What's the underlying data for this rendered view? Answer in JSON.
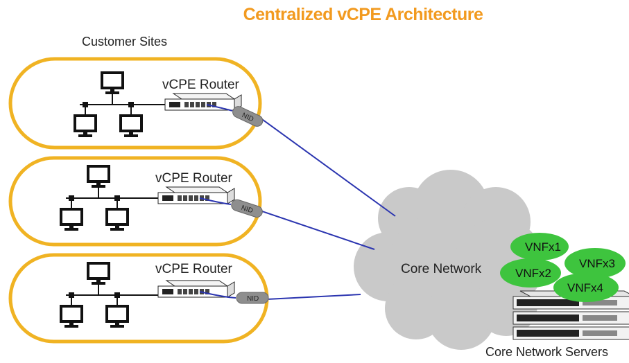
{
  "title": "Centralized vCPE Architecture",
  "customer_sites_label": "Customer Sites",
  "sites": [
    {
      "router_label": "vCPE Router",
      "nid_label": "NID"
    },
    {
      "router_label": "vCPE Router",
      "nid_label": "NID"
    },
    {
      "router_label": "vCPE Router",
      "nid_label": "NID"
    }
  ],
  "core_network_label": "Core Network",
  "vnfs": [
    "VNFx1",
    "VNFx2",
    "VNFx3",
    "VNFx4"
  ],
  "core_servers_label": "Core Network Servers",
  "colors": {
    "title": "#f29a1f",
    "site_border": "#f0b323",
    "link": "#2b35b0",
    "cloud": "#c8c8c8",
    "vnf": "#3ec43e"
  }
}
